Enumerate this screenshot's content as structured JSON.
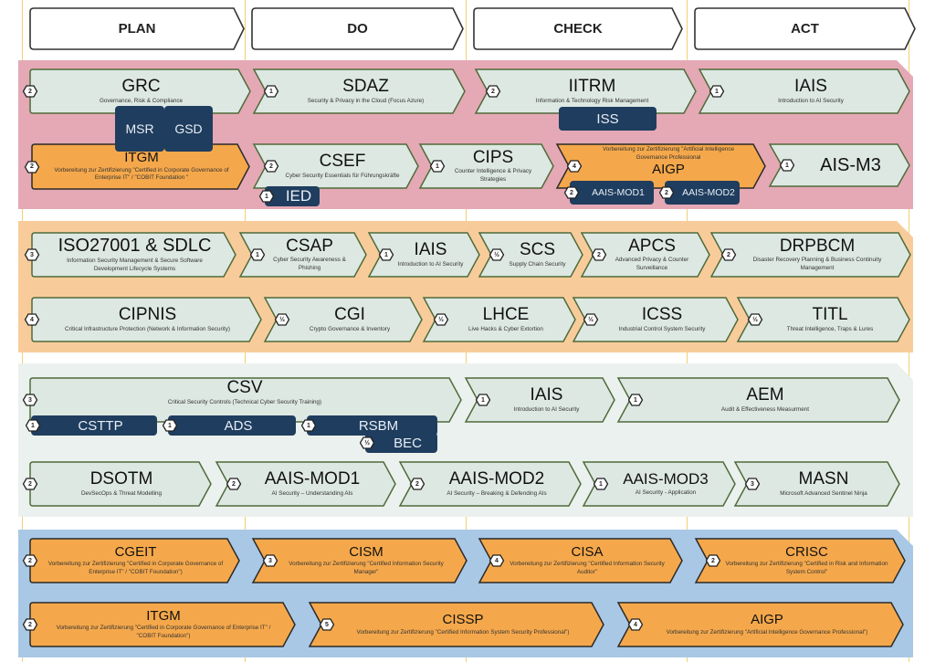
{
  "phases": [
    "PLAN",
    "DO",
    "CHECK",
    "ACT"
  ],
  "colors": {
    "pink_band": "#e4a9b5",
    "orange_band": "#f8cc9a",
    "grey_band": "#ebf1ee",
    "blue_band": "#a9c8e6",
    "chevron_fill": "#dde8e3",
    "chevron_stroke": "#4f6b3a",
    "cert_fill": "#f5a84b",
    "navy": "#1f3d5e",
    "divider": "#f3cf72"
  },
  "section1": {
    "grc": {
      "badge": "2",
      "title": "GRC",
      "subtitle": "Governance, Risk & Compliance"
    },
    "sdaz": {
      "badge": "1",
      "title": "SDAZ",
      "subtitle": "Security & Privacy in the Cloud (Focus Azure)"
    },
    "iitrm": {
      "badge": "2",
      "title": "IITRM",
      "subtitle": "Information & Technology Risk Management"
    },
    "iais": {
      "badge": "1",
      "title": "IAIS",
      "subtitle": "Introduction to AI Security"
    },
    "msr": "MSR",
    "gsd": "GSD",
    "iss": "ISS",
    "itgm": {
      "badge": "2",
      "title": "ITGM",
      "subtitle": "Vorbereitung zur Zertifizierung \"Certified in Corporate Governance of Enterprise IT\" / \"COBIT Foundation \""
    },
    "csef": {
      "badge": "2",
      "title": "CSEF",
      "subtitle": "Cyber Security Essentials für Führungskräfte"
    },
    "ied": {
      "badge": "1",
      "label": "IED"
    },
    "cips": {
      "badge": "1",
      "title": "CIPS",
      "subtitle": "Counter Intelligence & Privacy Strategies"
    },
    "aigp": {
      "badge": "4",
      "title": "AIGP",
      "subtitle": "Vorbereitung zur Zertifizierung \"Artificial Intelligence Governance Professional"
    },
    "aais_mod1": {
      "badge": "2",
      "label": "AAIS-MOD1"
    },
    "aais_mod2": {
      "badge": "2",
      "label": "AAIS-MOD2"
    },
    "ais_m3": {
      "badge": "1",
      "title": "AIS-M3"
    }
  },
  "section2": {
    "iso": {
      "badge": "3",
      "title": "ISO27001 & SDLC",
      "subtitle": "Information Security Management & Secure Software Development Lifecycle Systems"
    },
    "csap": {
      "badge": "1",
      "title": "CSAP",
      "subtitle": "Cyber Security Awareness & Phishing"
    },
    "iais": {
      "badge": "1",
      "title": "IAIS",
      "subtitle": "Introduction to AI Security"
    },
    "scs": {
      "badge": "½",
      "title": "SCS",
      "subtitle": "Supply Chain Security"
    },
    "apcs": {
      "badge": "2",
      "title": "APCS",
      "subtitle": "Advanced Privacy & Counter Surveillance"
    },
    "drpbcm": {
      "badge": "2",
      "title": "DRPBCM",
      "subtitle": "Disaster Recovery Planning & Business Continuity Management"
    },
    "cipnis": {
      "badge": "4",
      "title": "CIPNIS",
      "subtitle": "Critical Infrastructure Protection (Network & Information Security)"
    },
    "cgi": {
      "badge": "½",
      "title": "CGI",
      "subtitle": "Crypto Governance & Inventory"
    },
    "lhce": {
      "badge": "½",
      "title": "LHCE",
      "subtitle": "Live Hacks & Cyber Extortion"
    },
    "icss": {
      "badge": "½",
      "title": "ICSS",
      "subtitle": "Industrial Control System Security"
    },
    "titl": {
      "badge": "½",
      "title": "TITL",
      "subtitle": "Threat Intelligence, Traps & Lures"
    }
  },
  "section3": {
    "csv": {
      "badge": "3",
      "title": "CSV",
      "subtitle": "Critical Security Controls (Technical Cyber Security Training)"
    },
    "csttp": {
      "badge": "1",
      "label": "CSTTP"
    },
    "ads": {
      "badge": "1",
      "label": "ADS"
    },
    "rsbm": {
      "badge": "1",
      "label": "RSBM"
    },
    "bec": {
      "badge": "½",
      "label": "BEC"
    },
    "iais": {
      "badge": "1",
      "title": "IAIS",
      "subtitle": "Introduction to AI Security"
    },
    "aem": {
      "badge": "1",
      "title": "AEM",
      "subtitle": "Audit & Effectiveness Measurment"
    },
    "dsotm": {
      "badge": "2",
      "title": "DSOTM",
      "subtitle": "DevSecOps & Threat Modelling"
    },
    "aais_mod1": {
      "badge": "2",
      "title": "AAIS-MOD1",
      "subtitle": "AI Security – Understanding AIs"
    },
    "aais_mod2": {
      "badge": "2",
      "title": "AAIS-MOD2",
      "subtitle": "AI Security – Breaking & Defending AIs"
    },
    "aais_mod3": {
      "badge": "1",
      "title": "AAIS-MOD3",
      "subtitle": "AI Security - Application"
    },
    "masn": {
      "badge": "3",
      "title": "MASN",
      "subtitle": "Microsoft Advanced Sentinel Ninja"
    }
  },
  "section4": {
    "cgeit": {
      "badge": "2",
      "title": "CGEIT",
      "subtitle": "Vorbereitung zur Zertifizierung \"Certified in Corporate Governance of Enterprise IT\" / \"COBIT Foundation\")"
    },
    "cism": {
      "badge": "3",
      "title": "CISM",
      "subtitle": "Vorbereitung zur Zertifizierung \"Certified Information Security Manager\""
    },
    "cisa": {
      "badge": "4",
      "title": "CISA",
      "subtitle": "Vorbereitung zur Zertifizierung \"Certified Information Security Auditor\""
    },
    "crisc": {
      "badge": "2",
      "title": "CRISC",
      "subtitle": "Vorbereitung zur Zertifizierung \"Certified in Risk and Information System Control\""
    },
    "itgm": {
      "badge": "2",
      "title": "ITGM",
      "subtitle": "Vorbereitung zur Zertifizierung \"Certified in Corporate Governance of Enterprise IT\" / \"COBIT Foundation\")"
    },
    "cissp": {
      "badge": "5",
      "title": "CISSP",
      "subtitle": "Vorbereitung zur Zertifizierung \"Certified Information System Security Professional\")"
    },
    "aigp": {
      "badge": "4",
      "title": "AIGP",
      "subtitle": "Vorbereitung zur Zertifizierung \"Artificial Intelligence Governance Professional\")"
    }
  }
}
